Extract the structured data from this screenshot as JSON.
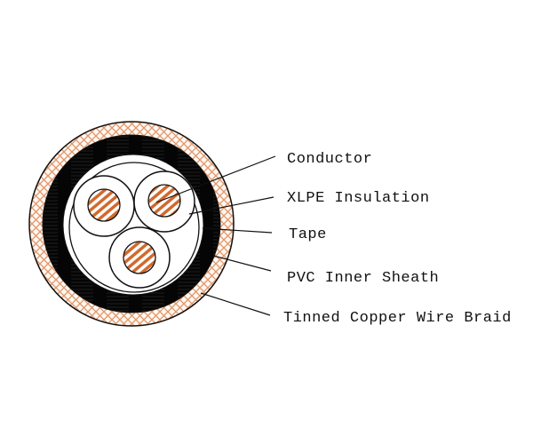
{
  "diagram": {
    "type": "cable cross-section",
    "labels": [
      {
        "id": "conductor",
        "text": "Conductor"
      },
      {
        "id": "xlpe",
        "text": "XLPE Insulation"
      },
      {
        "id": "tape",
        "text": "Tape"
      },
      {
        "id": "pvc",
        "text": "PVC Inner Sheath"
      },
      {
        "id": "braid",
        "text": "Tinned Copper Wire Braid"
      }
    ],
    "colors": {
      "copper": "#d2692e",
      "braid": "#e0956a",
      "sheath": "#0a0a0a",
      "outline": "#111111",
      "background": "#ffffff"
    }
  }
}
